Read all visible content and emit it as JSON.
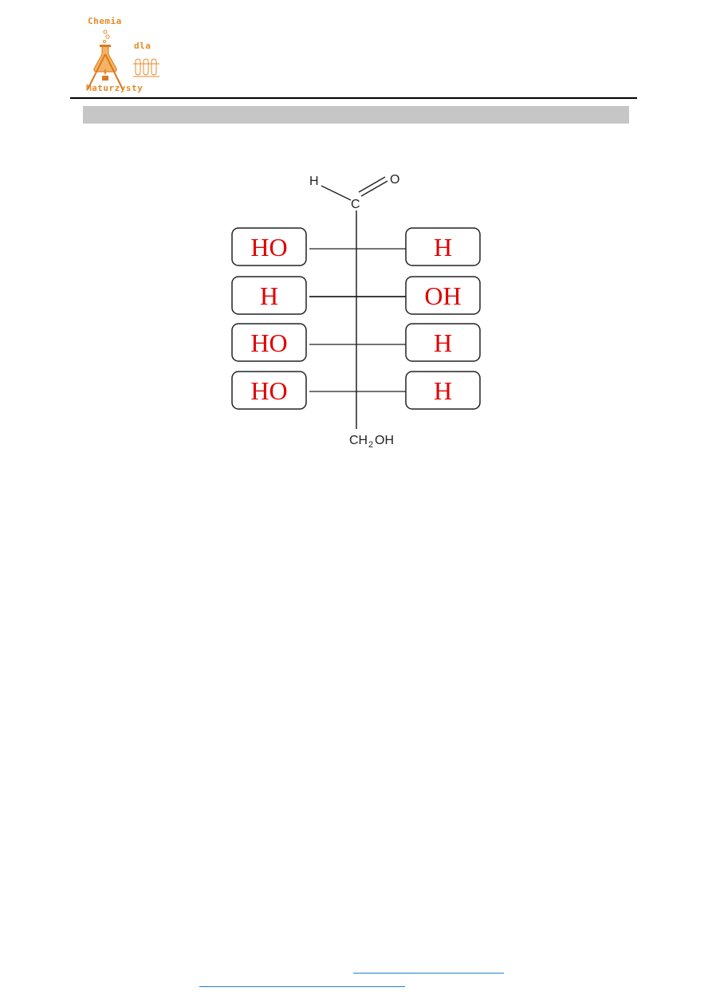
{
  "logo": {
    "line1": "Chemia",
    "line2": "dla",
    "line3": "Maturzysty",
    "accent_color": "#e58a2a"
  },
  "diagram": {
    "top": {
      "h": "H",
      "o": "O",
      "c": "C"
    },
    "bottom": {
      "ch": "CH",
      "sub": "2",
      "oh": "OH"
    },
    "rows": [
      {
        "left": "HO",
        "right": "H"
      },
      {
        "left": "H",
        "right": "OH"
      },
      {
        "left": "HO",
        "right": "H"
      },
      {
        "left": "HO",
        "right": "H"
      }
    ],
    "label_color": "#e00000"
  },
  "footer": {
    "link_color": "#1e7fd6"
  }
}
